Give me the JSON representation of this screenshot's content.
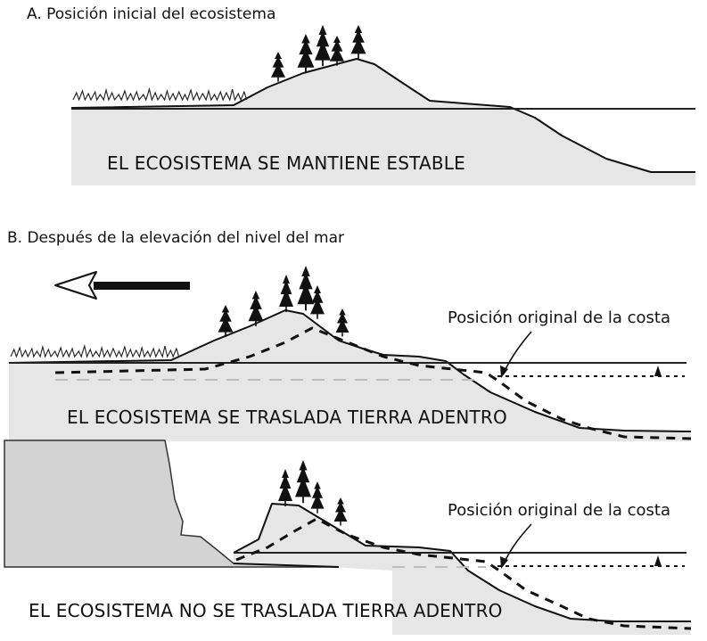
{
  "panel_a": {
    "heading": "A. Posición inicial del ecosistema",
    "caption": "EL ECOSISTEMA SE MANTIENE ESTABLE"
  },
  "panel_b": {
    "heading": "B. Después de la elevación del nivel del mar",
    "scenario_1": {
      "coast_label": "Posición original de la costa",
      "caption": "EL ECOSISTEMA SE TRASLADA TIERRA ADENTRO"
    },
    "scenario_2": {
      "coast_label": "Posición original de la costa",
      "caption": "EL ECOSISTEMA NO SE TRASLADA TIERRA ADENTRO"
    }
  },
  "colors": {
    "land": "#e6e6e6",
    "cliff": "#d3d3d3",
    "ink": "#111111"
  },
  "icons": [
    "tree-icon",
    "shrub-icon",
    "left-arrow-icon",
    "pointer-arrow-icon",
    "water-level-marker-icon"
  ]
}
